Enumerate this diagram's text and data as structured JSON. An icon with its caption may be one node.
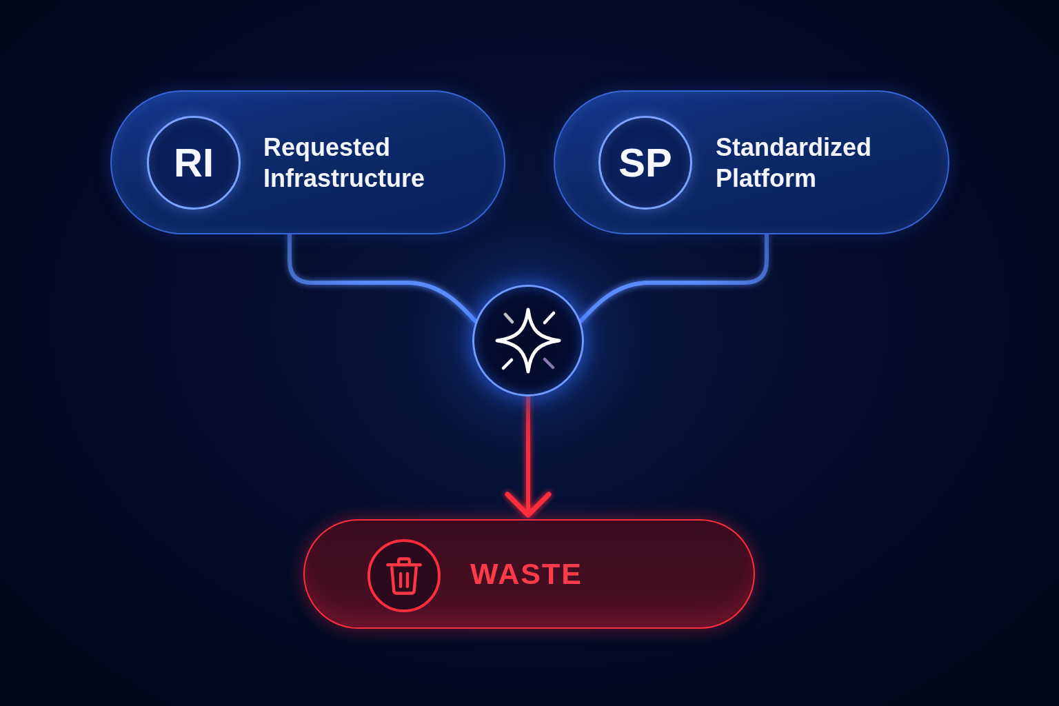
{
  "diagram": {
    "nodes": [
      {
        "text": [
          "Requested Infrastructure"
        ]
      },
      {
        "text": [
          "RI"
        ],
        "in": 0
      },
      {
        "text": [
          "Standardized Platform"
        ]
      },
      {
        "text": [
          "SP"
        ],
        "in": 2
      },
      {
        "text": [],
        "shape": "circle"
      },
      {
        "text": [
          "WASTE"
        ]
      }
    ],
    "edges": [
      {
        "from": 0,
        "to": 4,
        "arrow": "none"
      },
      {
        "from": 2,
        "to": 4,
        "arrow": "none"
      },
      {
        "from": 4,
        "to": 5,
        "arrow": "to",
        "color": "#ff2e3e"
      }
    ]
  }
}
